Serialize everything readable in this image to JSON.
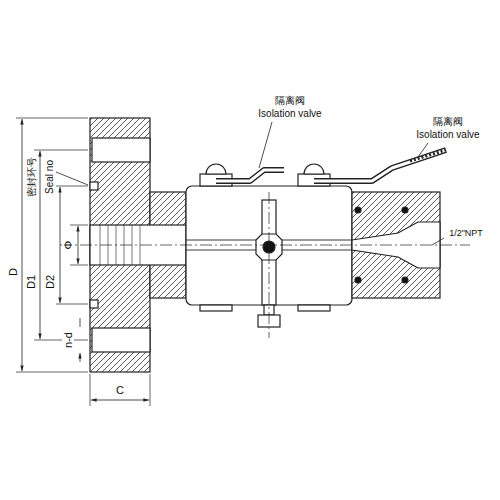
{
  "diagram": {
    "labels": [
      "隔离阀",
      "Isolation valve",
      "隔离阀",
      "Isolation valve",
      "1/2\"NPT",
      "密封环号",
      "Seal no",
      "D",
      "D1",
      "D2",
      "Φ",
      "n-d",
      "C"
    ]
  }
}
